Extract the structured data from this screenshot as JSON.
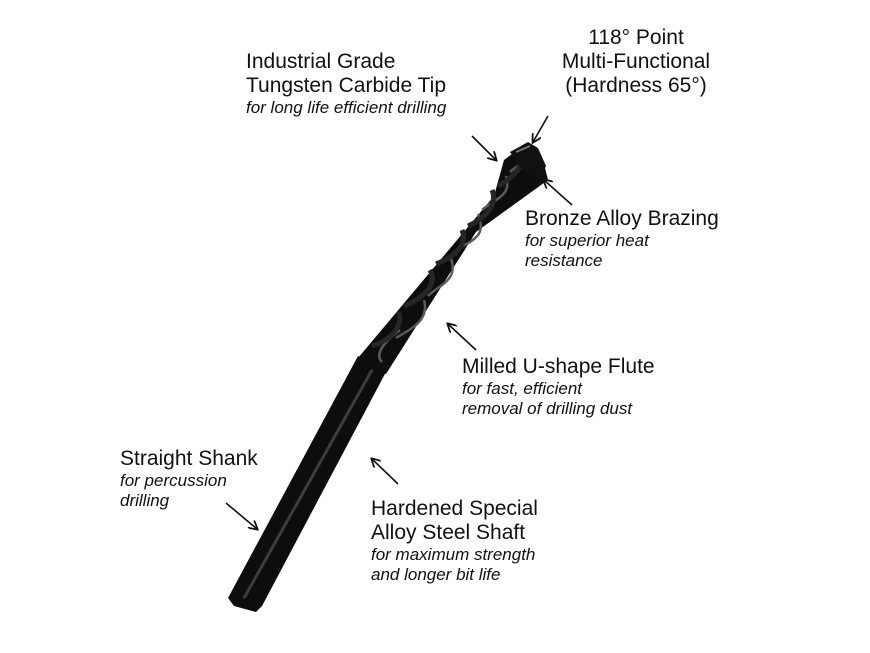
{
  "callouts": {
    "tip": {
      "title": "Industrial Grade\nTungsten Carbide Tip",
      "desc": "for long life efficient drilling"
    },
    "point": {
      "title": "118° Point\nMulti-Functional\n(Hardness 65°)"
    },
    "brazing": {
      "title": "Bronze Alloy Brazing",
      "desc": "for superior heat\nresistance"
    },
    "flute": {
      "title": "Milled U-shape Flute",
      "desc": "for fast, efficient\nremoval of drilling dust"
    },
    "shank": {
      "title": "Straight Shank",
      "desc": "for percussion\ndrilling"
    },
    "shaft": {
      "title": "Hardened Special\nAlloy Steel Shaft",
      "desc": "for maximum strength\nand longer bit life"
    }
  },
  "colors": {
    "bit": "#0d0d0d",
    "highlight": "#5a5a5a",
    "text": "#111111",
    "arrow": "#111111"
  }
}
